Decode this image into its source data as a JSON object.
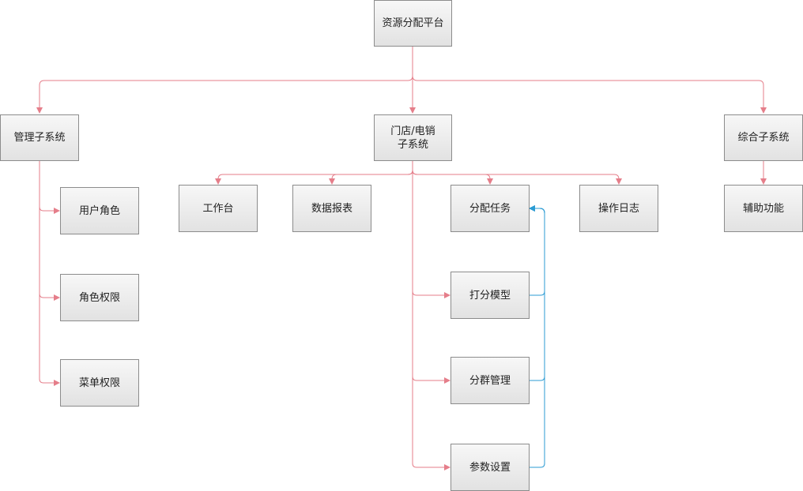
{
  "nodes": {
    "root": "资源分配平台",
    "mgmt": "管理子系统",
    "store": "门店/电销\n子系统",
    "general": "综合子系统",
    "user_role": "用户角色",
    "role_perm": "角色权限",
    "menu_perm": "菜单权限",
    "workbench": "工作台",
    "report": "数据报表",
    "assign_task": "分配任务",
    "op_log": "操作日志",
    "score_model": "打分模型",
    "group_mgmt": "分群管理",
    "param_setting": "参数设置",
    "aux_func": "辅助功能"
  },
  "edges": [
    {
      "from": "root",
      "to": "mgmt"
    },
    {
      "from": "root",
      "to": "store"
    },
    {
      "from": "root",
      "to": "general"
    },
    {
      "from": "mgmt",
      "to": "user_role"
    },
    {
      "from": "mgmt",
      "to": "role_perm"
    },
    {
      "from": "mgmt",
      "to": "menu_perm"
    },
    {
      "from": "store",
      "to": "workbench"
    },
    {
      "from": "store",
      "to": "report"
    },
    {
      "from": "store",
      "to": "assign_task"
    },
    {
      "from": "store",
      "to": "op_log"
    },
    {
      "from": "store",
      "to": "score_model"
    },
    {
      "from": "store",
      "to": "group_mgmt"
    },
    {
      "from": "store",
      "to": "param_setting"
    },
    {
      "from": "general",
      "to": "aux_func"
    },
    {
      "from": "score_model",
      "to": "assign_task",
      "kind": "flow"
    },
    {
      "from": "group_mgmt",
      "to": "assign_task",
      "kind": "flow"
    },
    {
      "from": "param_setting",
      "to": "assign_task",
      "kind": "flow"
    }
  ],
  "colors": {
    "tree_edge": "#e57e8a",
    "flow_edge": "#2b9bd3",
    "node_border": "#8c8c8c"
  }
}
